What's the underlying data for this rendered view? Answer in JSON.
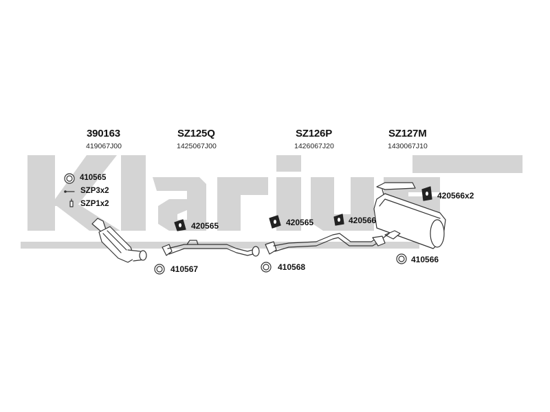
{
  "watermark": {
    "text": "klarius",
    "color": "#d4d4d4"
  },
  "sections": [
    {
      "part_number": "390163",
      "oe_number": "419067J00"
    },
    {
      "part_number": "SZ125Q",
      "oe_number": "1425067J00"
    },
    {
      "part_number": "SZ126P",
      "oe_number": "1426067J20"
    },
    {
      "part_number": "SZ127M",
      "oe_number": "1430067J10"
    }
  ],
  "fittings": {
    "ring_410565": "410565",
    "clip_szp3": "SZP3x2",
    "clip_szp1": "SZP1x2",
    "mount_420565_a": "420565",
    "mount_420565_b": "420565",
    "mount_420566": "420566",
    "mount_420566x2": "420566x2",
    "ring_410567": "410567",
    "ring_410568": "410568",
    "ring_410566": "410566"
  },
  "colors": {
    "line": "#333333",
    "fill": "#ffffff",
    "dark": "#222222"
  }
}
